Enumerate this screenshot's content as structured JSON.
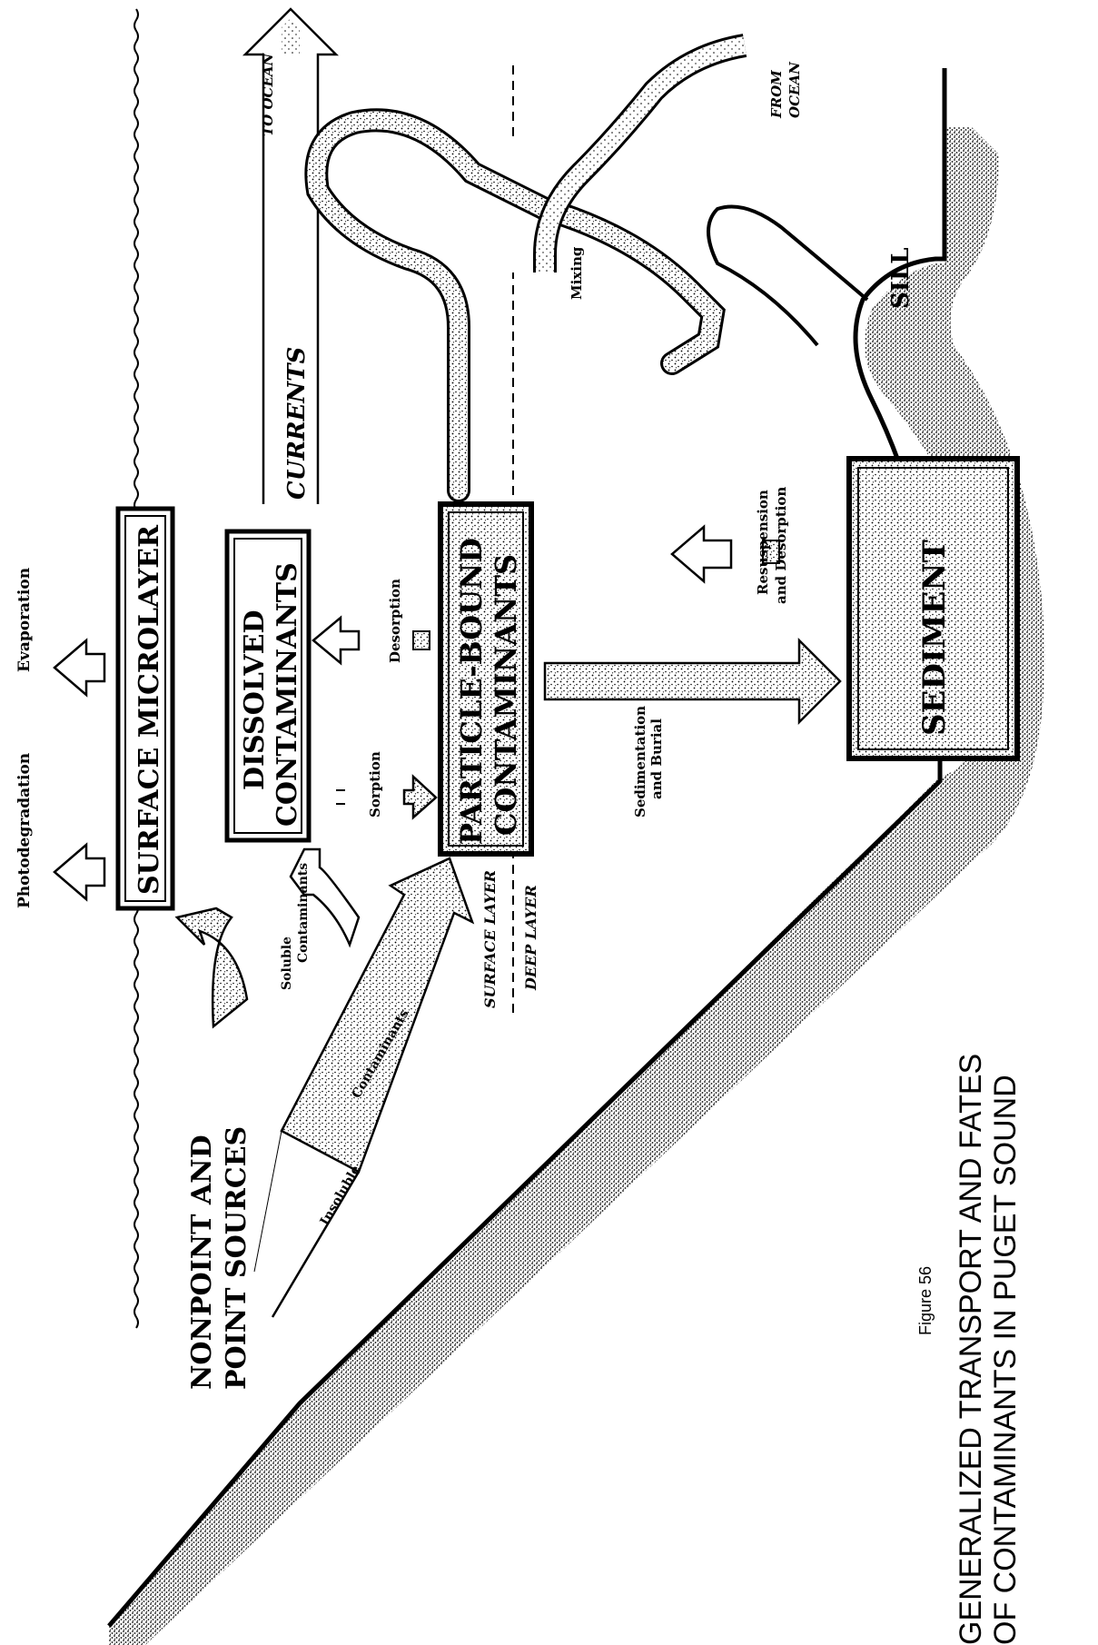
{
  "diagram": {
    "labels": {
      "photodegradation": "Photodegradation",
      "evaporation": "Evaporation",
      "surface_microlayer": "SURFACE MICROLAYER",
      "dissolved_1": "DISSOLVED",
      "dissolved_2": "CONTAMINANTS",
      "particle_1": "PARTICLE-BOUND",
      "particle_2": "CONTAMINANTS",
      "sediment": "SEDIMENT",
      "sorption": "Sorption",
      "desorption": "Desorption",
      "sedimentation_1": "Sedimentation",
      "sedimentation_2": "and Burial",
      "resuspension_1": "Resuspension",
      "resuspension_2": "and Desorption",
      "currents": "CURRENTS",
      "mixing": "Mixing",
      "to_ocean": "TO OCEAN",
      "from_ocean_1": "FROM",
      "from_ocean_2": "OCEAN",
      "sill": "SILL",
      "sources_1": "NONPOINT AND",
      "sources_2": "POINT SOURCES",
      "soluble_1": "Soluble",
      "soluble_2": "Contaminants",
      "insoluble_1": "Insoluble",
      "insoluble_2": "Contaminants",
      "surface_layer": "SURFACE LAYER",
      "deep_layer": "DEEP LAYER"
    },
    "caption": {
      "figure": "Figure 56",
      "title_1": "GENERALIZED TRANSPORT AND FATES",
      "title_2": "OF CONTAMINANTS IN PUGET SOUND"
    },
    "colors": {
      "ink": "#000000",
      "paper": "#ffffff",
      "stipple": "#8a8a8a"
    }
  }
}
